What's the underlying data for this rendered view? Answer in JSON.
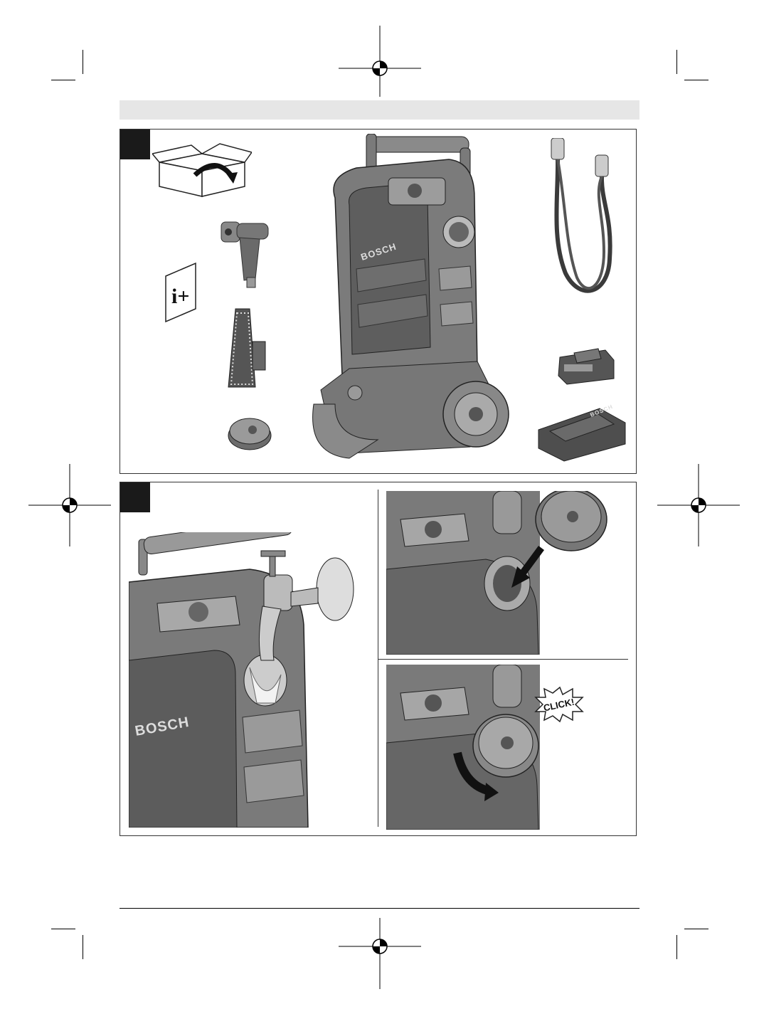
{
  "page": {
    "header_band": "",
    "figures": [
      {
        "id": "figure-1",
        "label": "",
        "parts": [
          {
            "name": "packaging-box",
            "icon": "box-icon"
          },
          {
            "name": "spray-gun",
            "icon": "spray-gun-icon"
          },
          {
            "name": "manual",
            "icon": "manual-icon",
            "text": "i+"
          },
          {
            "name": "brush",
            "icon": "brush-icon"
          },
          {
            "name": "tank-cap",
            "icon": "cap-icon"
          },
          {
            "name": "pressure-washer",
            "icon": "washer-icon",
            "brand": "BOSCH"
          },
          {
            "name": "hose",
            "icon": "hose-icon"
          },
          {
            "name": "battery",
            "icon": "battery-icon"
          },
          {
            "name": "charger",
            "icon": "charger-icon",
            "brand": "BOSCH"
          }
        ]
      },
      {
        "id": "figure-2",
        "label": "",
        "steps": [
          {
            "name": "fill-water",
            "brand": "BOSCH"
          },
          {
            "name": "insert-cap"
          },
          {
            "name": "close-cap",
            "callout": "CLICK!"
          }
        ]
      }
    ]
  }
}
